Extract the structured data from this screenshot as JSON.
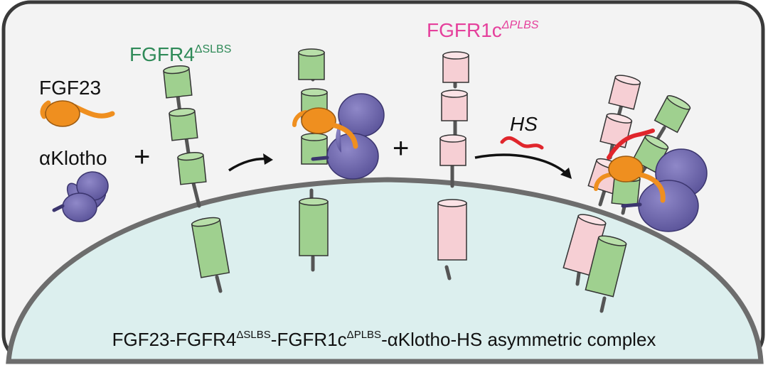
{
  "labels": {
    "fgf23": "FGF23",
    "klotho": "αKlotho",
    "fgfr4_base": "FGFR4",
    "fgfr4_sup": "ΔSLBS",
    "fgfr1c_base": "FGFR1c",
    "fgfr1c_sup": "ΔPLBS",
    "hs": "HS",
    "plus": "+"
  },
  "caption": {
    "p1": "FGF23-FGFR4",
    "s1": "ΔSLBS",
    "p2": "-FGFR1c",
    "s2": "ΔPLBS",
    "p3": "-αKlotho-HS asymmetric complex"
  },
  "colors": {
    "fgf23": "#ef8f1f",
    "klotho": "#6c64a8",
    "fgfr4": "#9fd08f",
    "fgfr1c": "#f6cfd4",
    "hs": "#e0262c",
    "fgfr4_text": "#2f8a58",
    "fgfr1c_text": "#e5409c",
    "cell": "#dcefee",
    "membrane": "#6d6d6d"
  }
}
